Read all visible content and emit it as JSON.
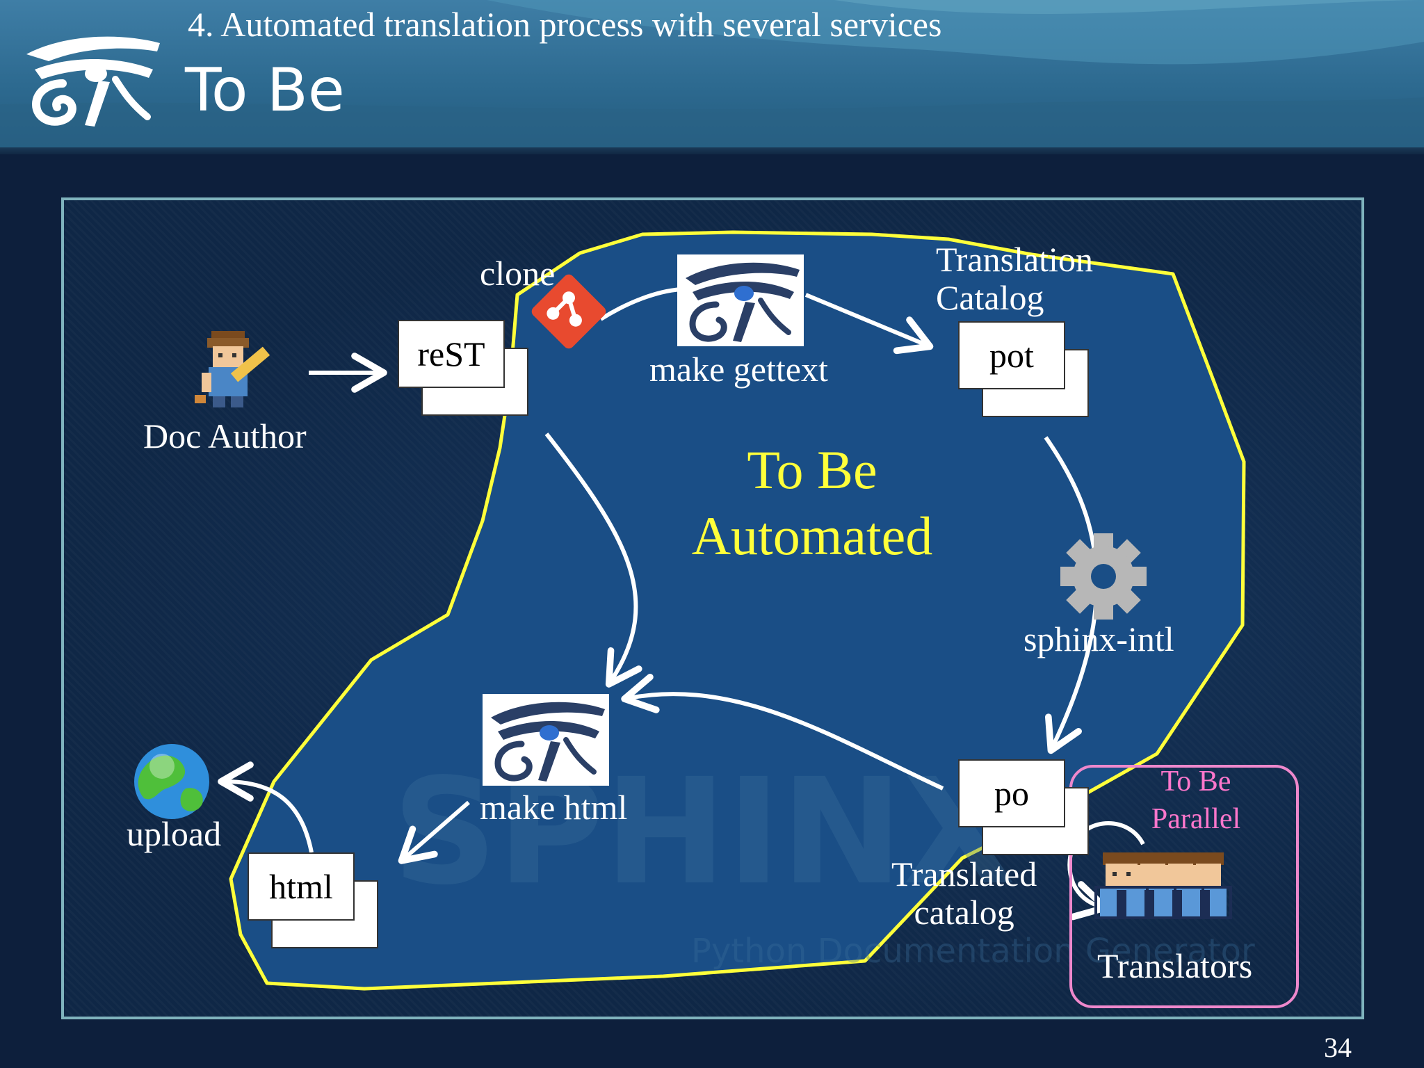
{
  "header": {
    "subtitle": "4. Automated translation process with several services",
    "title": "To Be"
  },
  "diagram": {
    "doc_author_label": "Doc Author",
    "rest_doc": "reST",
    "clone_label": "clone",
    "make_gettext_label": "make gettext",
    "translation_catalog_label": "Translation\nCatalog",
    "pot_doc": "pot",
    "automated_label": "To Be\nAutomated",
    "sphinx_intl_label": "sphinx-intl",
    "make_html_label": "make html",
    "po_doc": "po",
    "translated_catalog_label": "Translated\ncatalog",
    "html_doc": "html",
    "upload_label": "upload",
    "parallel_label": "To Be\nParallel",
    "translators_label": "Translators",
    "watermark_text": "SPHINX",
    "watermark_subtext": "Python Documentation Generator"
  },
  "colors": {
    "automated_outline": "#ffff3a",
    "parallel_outline": "#ee88cc",
    "panel_fill": "#1a4e86",
    "git_icon": "#e84a2f"
  },
  "icons": [
    "sphinx-eye-logo",
    "doc-author-pixel-icon",
    "git-icon",
    "gear-icon",
    "globe-icon",
    "translators-pixel-icon"
  ],
  "footer": {
    "page_number": "34"
  }
}
